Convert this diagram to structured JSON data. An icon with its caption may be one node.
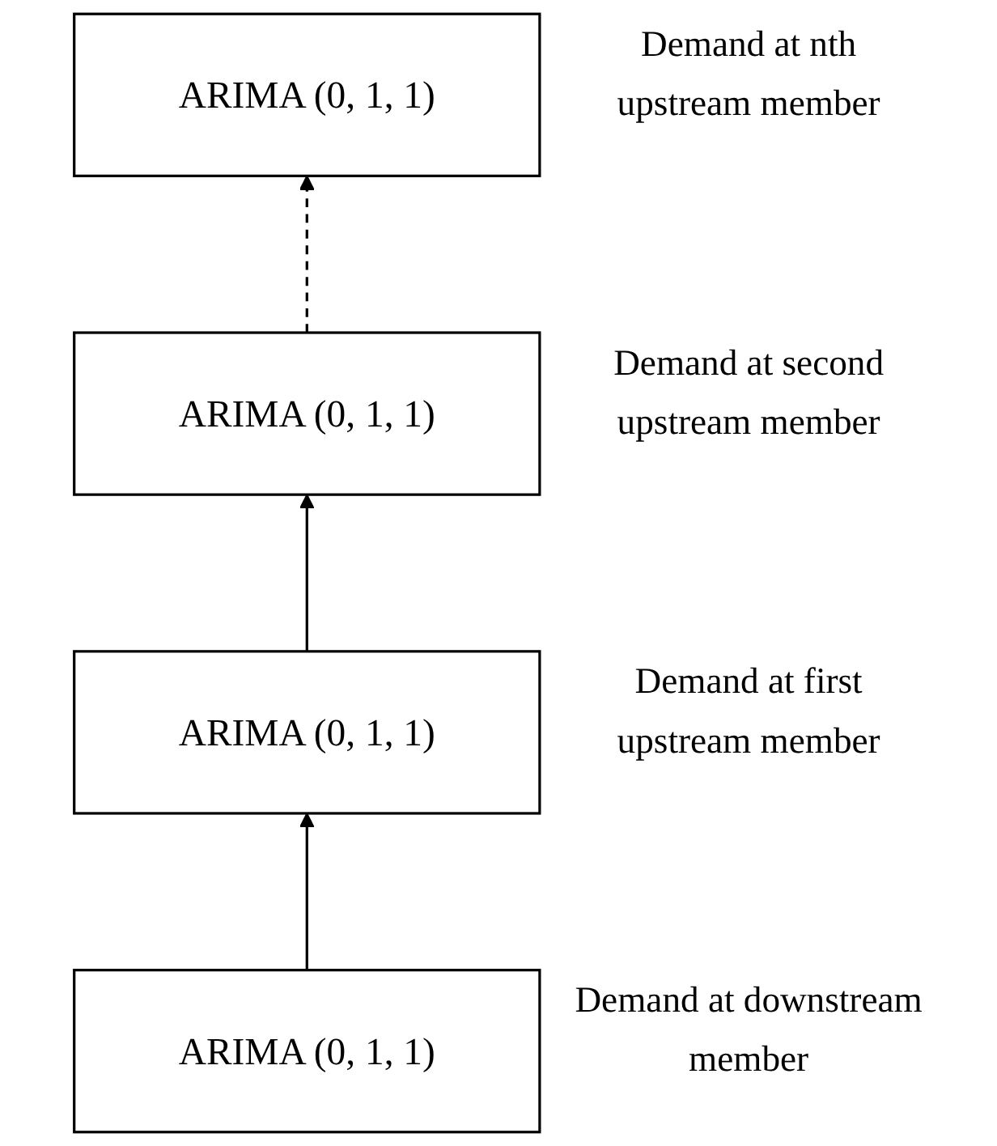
{
  "diagram": {
    "nodes": [
      {
        "text": [
          "ARIMA (0, 1, 1)"
        ],
        "beside": [
          "Demand at nth upstream member"
        ]
      },
      {
        "text": [
          "ARIMA (0, 1, 1)"
        ],
        "beside": [
          "Demand at second upstream member"
        ]
      },
      {
        "text": [
          "ARIMA (0, 1, 1)"
        ],
        "beside": [
          "Demand at first upstream member"
        ]
      },
      {
        "text": [
          "ARIMA (0, 1, 1)"
        ],
        "beside": [
          "Demand at downstream member"
        ]
      }
    ],
    "edges": [
      {
        "from": 1,
        "to": 0,
        "arrow": "to",
        "style": "dashed"
      },
      {
        "from": 2,
        "to": 1,
        "arrow": "to"
      },
      {
        "from": 3,
        "to": 2,
        "arrow": "to"
      }
    ]
  }
}
